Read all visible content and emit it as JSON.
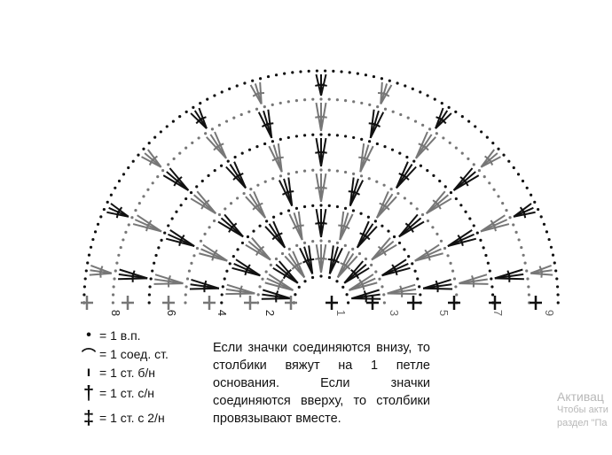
{
  "diagram": {
    "row_labels_left": [
      "8",
      "6",
      "4",
      "2"
    ],
    "row_labels_right": [
      "1",
      "3",
      "5",
      "7",
      "9"
    ],
    "colors": {
      "dark": "#111111",
      "gray": "#777777"
    }
  },
  "legend": [
    {
      "symbol": "•",
      "icon": "chain-stitch-icon",
      "text": "= 1 в.п."
    },
    {
      "symbol": "⌒",
      "icon": "slip-stitch-icon",
      "text": "= 1 соед. ст."
    },
    {
      "symbol": "ı",
      "icon": "single-crochet-icon",
      "text": "= 1 ст. б/н"
    },
    {
      "symbol": "†",
      "icon": "double-crochet-icon",
      "text": "= 1 ст. с/н"
    },
    {
      "symbol": "‡",
      "icon": "treble-crochet-icon",
      "text": "= 1 ст. с 2/н"
    }
  ],
  "note": "Если значки соединяются внизу, то столбики вяжут на 1 петле основания. Если значки соединяются вверху, то столбики провязывают вместе.",
  "watermark": {
    "title": "Активац",
    "line1": "Чтобы акти",
    "line2": "раздел \"Па"
  }
}
